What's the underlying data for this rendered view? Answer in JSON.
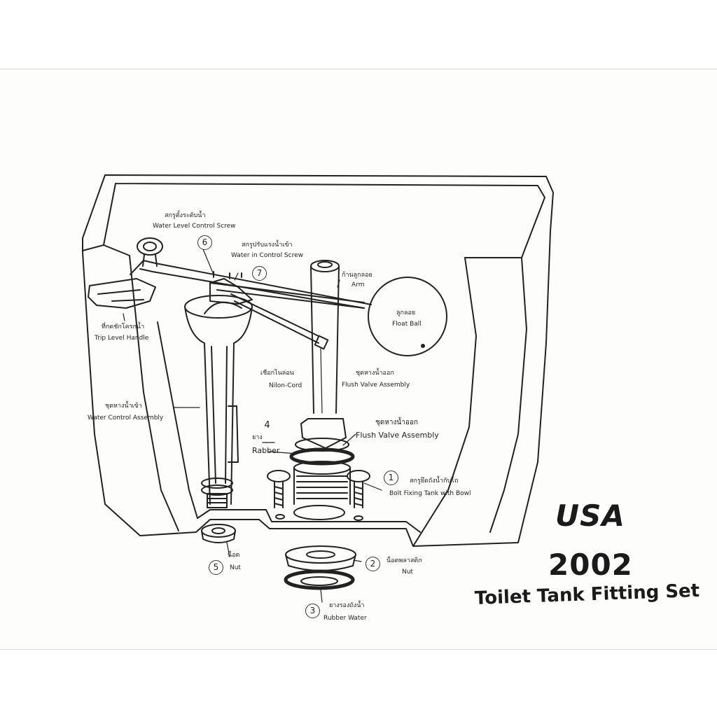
{
  "brand": {
    "country": "USA",
    "year": "2002",
    "product": "Toilet Tank Fitting Set"
  },
  "labels": {
    "water_level_screw_th": "สกรูตั้งระดับน้ำ",
    "water_level_screw_en": "Water Level Control Screw",
    "water_in_screw_th": "สกรูปรับแรงน้ำเข้า",
    "water_in_screw_en": "Water in Control Screw",
    "arm_th": "ก้านลูกลอย",
    "arm_en": "Arm",
    "float_ball_th": "ลูกลอย",
    "float_ball_en": "Float Ball",
    "trip_handle_th": "ที่กดชักโครกน้ำ",
    "trip_handle_en": "Trip Level Handle",
    "nylon_cord_th": "เชือกไนล่อน",
    "nylon_cord_en": "Nilon-Cord",
    "flush_valve_small_th": "ชุดหางน้ำออก",
    "flush_valve_small_en": "Flush Valve Assembly",
    "water_control_th": "ชุดหางน้ำเข้า",
    "water_control_en": "Water Control Assembly",
    "rubber_th": "ยาง",
    "rubber_en": "Rabber",
    "flush_valve_big_th": "ชุดหางน้ำออก",
    "flush_valve_big_en": "Flush Valve Assembly",
    "bolt_th": "สกรูยึดถังน้ำกับโถ",
    "bolt_en": "Bolt Fixing Tank with Bowl",
    "nut2_th": "น็อตพลาสติก",
    "nut2_en": "Nut",
    "nut5_th": "น็อต",
    "nut5_en": "Nut",
    "washer_th": "ยางรองถังน้ำ",
    "washer_en": "Rubber Water"
  },
  "callouts": {
    "n1": "1",
    "n2": "2",
    "n3": "3",
    "n4": "4",
    "n5": "5",
    "n6": "6",
    "n7": "7"
  },
  "colors": {
    "ink": "#222222",
    "paper": "#fdfdfb"
  }
}
